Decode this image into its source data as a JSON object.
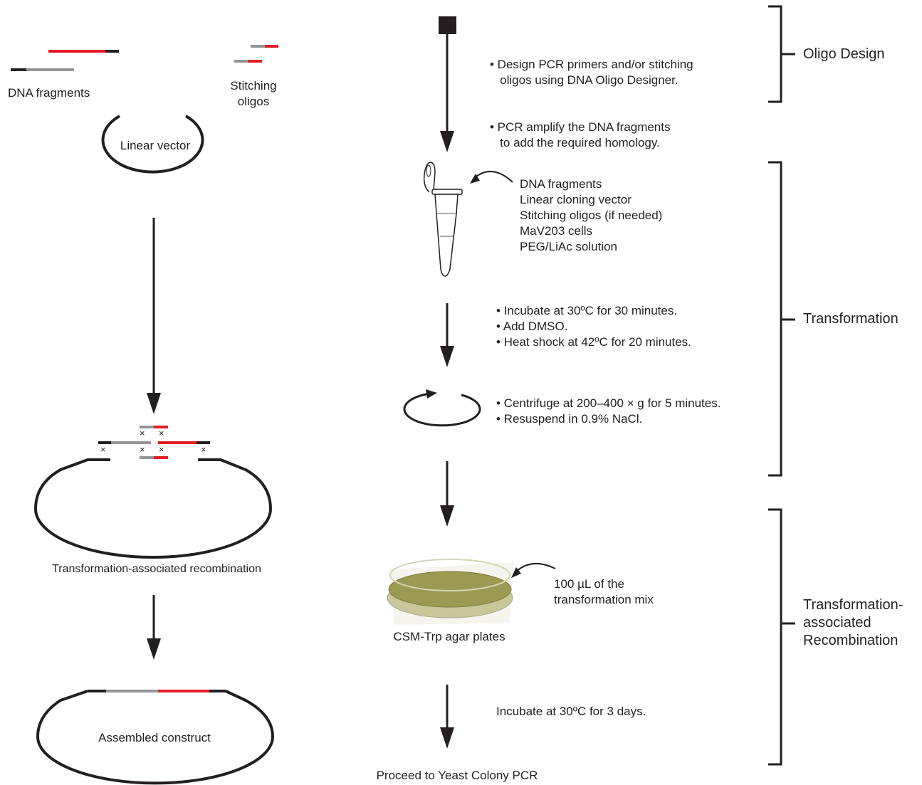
{
  "left": {
    "dna_fragments_label": "DNA fragments",
    "stitching_oligos_label": "Stitching\noligos",
    "linear_vector_label": "Linear vector",
    "tar_label": "Transformation-associated recombination",
    "assembled_label": "Assembled construct",
    "cross_symbol": "×"
  },
  "steps": {
    "oligo_design": [
      "• Design PCR primers and/or stitching\n   oligos using DNA Oligo Designer.",
      "• PCR amplify the DNA fragments\n   to add the required homology."
    ],
    "tube_contents": [
      "DNA fragments",
      "Linear cloning vector",
      "Stitching oligos (if needed)",
      "MaV203 cells",
      "PEG/LiAc solution"
    ],
    "incubation": [
      "• Incubate at 30ºC for 30 minutes.",
      "• Add DMSO.",
      "• Heat shock at 42ºC for 20 minutes."
    ],
    "centrifuge": [
      "• Centrifuge at 200–400 × g for 5 minutes.",
      "• Resuspend in 0.9% NaCl."
    ],
    "plate_note": "100 µL of the\ntransformation mix",
    "plate_label": "CSM-Trp agar plates",
    "incubate_days": "Incubate at 30ºC for 3 days.",
    "final": "Proceed to Yeast Colony PCR"
  },
  "phases": {
    "oligo_design": "Oligo Design",
    "transformation": "Transformation",
    "tar": "Transformation-\nassociated\nRecombination"
  },
  "colors": {
    "black": "#231f20",
    "red": "#e31e24",
    "gray": "#939598",
    "agar": "#9c9a52",
    "agar_light": "#c9c79a"
  }
}
